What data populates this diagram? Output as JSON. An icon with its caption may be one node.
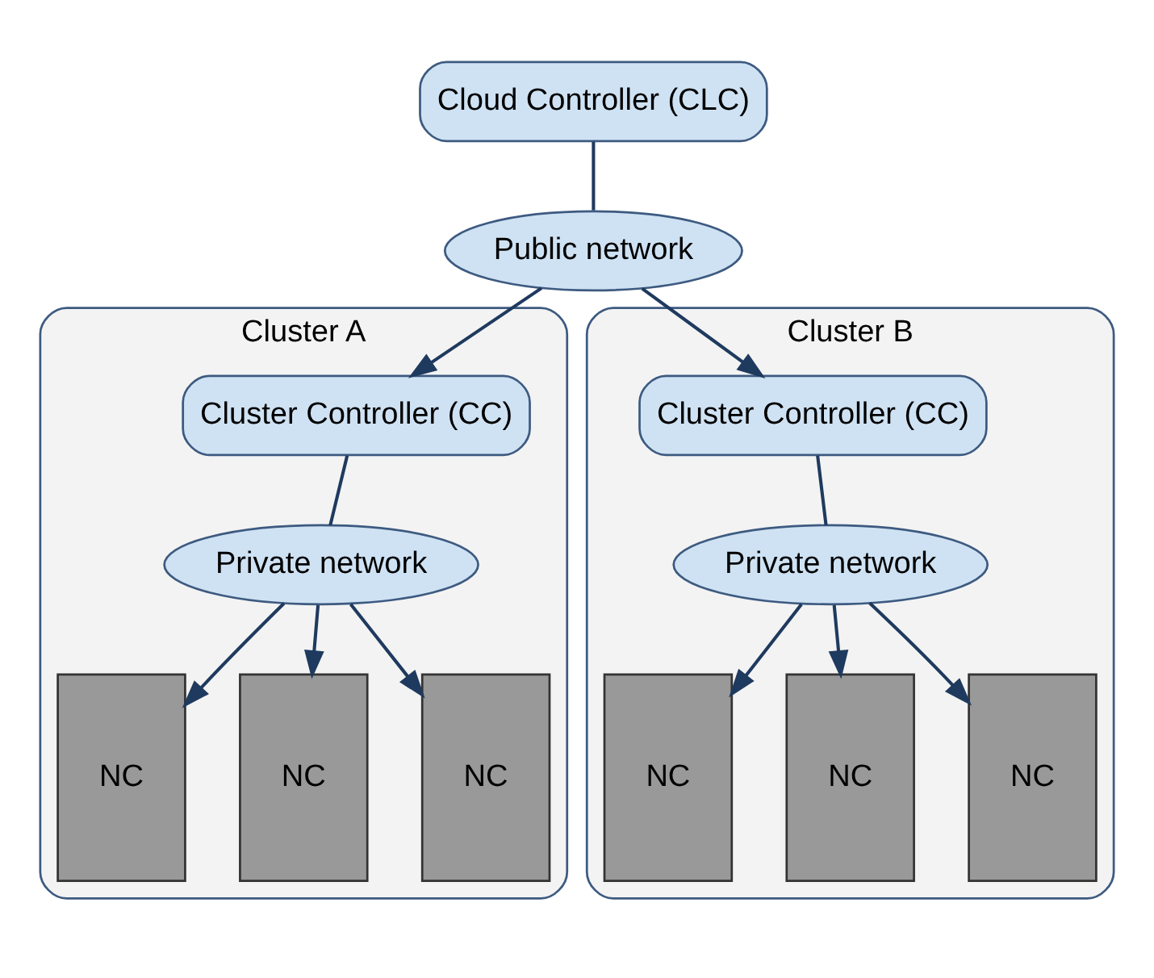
{
  "diagram": {
    "nodes": [
      {
        "text": [
          "Cloud Controller (CLC)"
        ]
      },
      {
        "text": [
          "Public network"
        ]
      },
      {
        "text": [
          "Cluster A"
        ]
      },
      {
        "text": [
          "Cluster Controller (CC)"
        ],
        "in": 2
      },
      {
        "text": [
          "Private network"
        ],
        "in": 2
      },
      {
        "text": [
          "NC"
        ],
        "in": 2
      },
      {
        "text": [
          "NC"
        ],
        "in": 2
      },
      {
        "text": [
          "NC"
        ],
        "in": 2
      },
      {
        "text": [
          "Cluster B"
        ]
      },
      {
        "text": [
          "Cluster Controller (CC)"
        ],
        "in": 8
      },
      {
        "text": [
          "Private network"
        ],
        "in": 8
      },
      {
        "text": [
          "NC"
        ],
        "in": 8
      },
      {
        "text": [
          "NC"
        ],
        "in": 8
      },
      {
        "text": [
          "NC"
        ],
        "in": 8
      }
    ],
    "edges": [
      {
        "from": 0,
        "to": 1,
        "arrow": "none"
      },
      {
        "from": 1,
        "to": 3,
        "arrow": "to"
      },
      {
        "from": 1,
        "to": 9,
        "arrow": "to"
      },
      {
        "from": 3,
        "to": 4,
        "arrow": "none"
      },
      {
        "from": 4,
        "to": 5,
        "arrow": "to"
      },
      {
        "from": 4,
        "to": 6,
        "arrow": "to"
      },
      {
        "from": 4,
        "to": 7,
        "arrow": "to"
      },
      {
        "from": 9,
        "to": 10,
        "arrow": "none"
      },
      {
        "from": 10,
        "to": 11,
        "arrow": "to"
      },
      {
        "from": 10,
        "to": 12,
        "arrow": "to"
      },
      {
        "from": 10,
        "to": 13,
        "arrow": "to"
      }
    ]
  }
}
